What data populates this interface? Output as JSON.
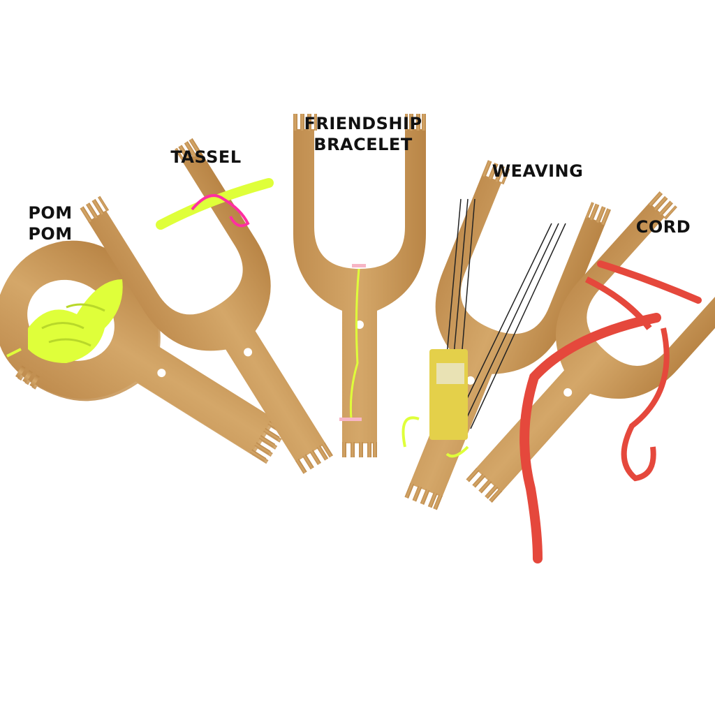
{
  "labels": {
    "pom_pom": [
      "POM",
      "POM"
    ],
    "tassel": "TASSEL",
    "friendship_bracelet": [
      "FRIENDSHIP",
      "BRACELET"
    ],
    "weaving": "WEAVING",
    "cord": "CORD"
  },
  "colors": {
    "bamboo": "#c99a5c",
    "bamboo_dark": "#a87a40",
    "shadow": "#2a2a2a",
    "yarn_yellow": "#dfff3a",
    "yarn_pink": "#ff2fa0",
    "cord_red": "#e5483c"
  }
}
